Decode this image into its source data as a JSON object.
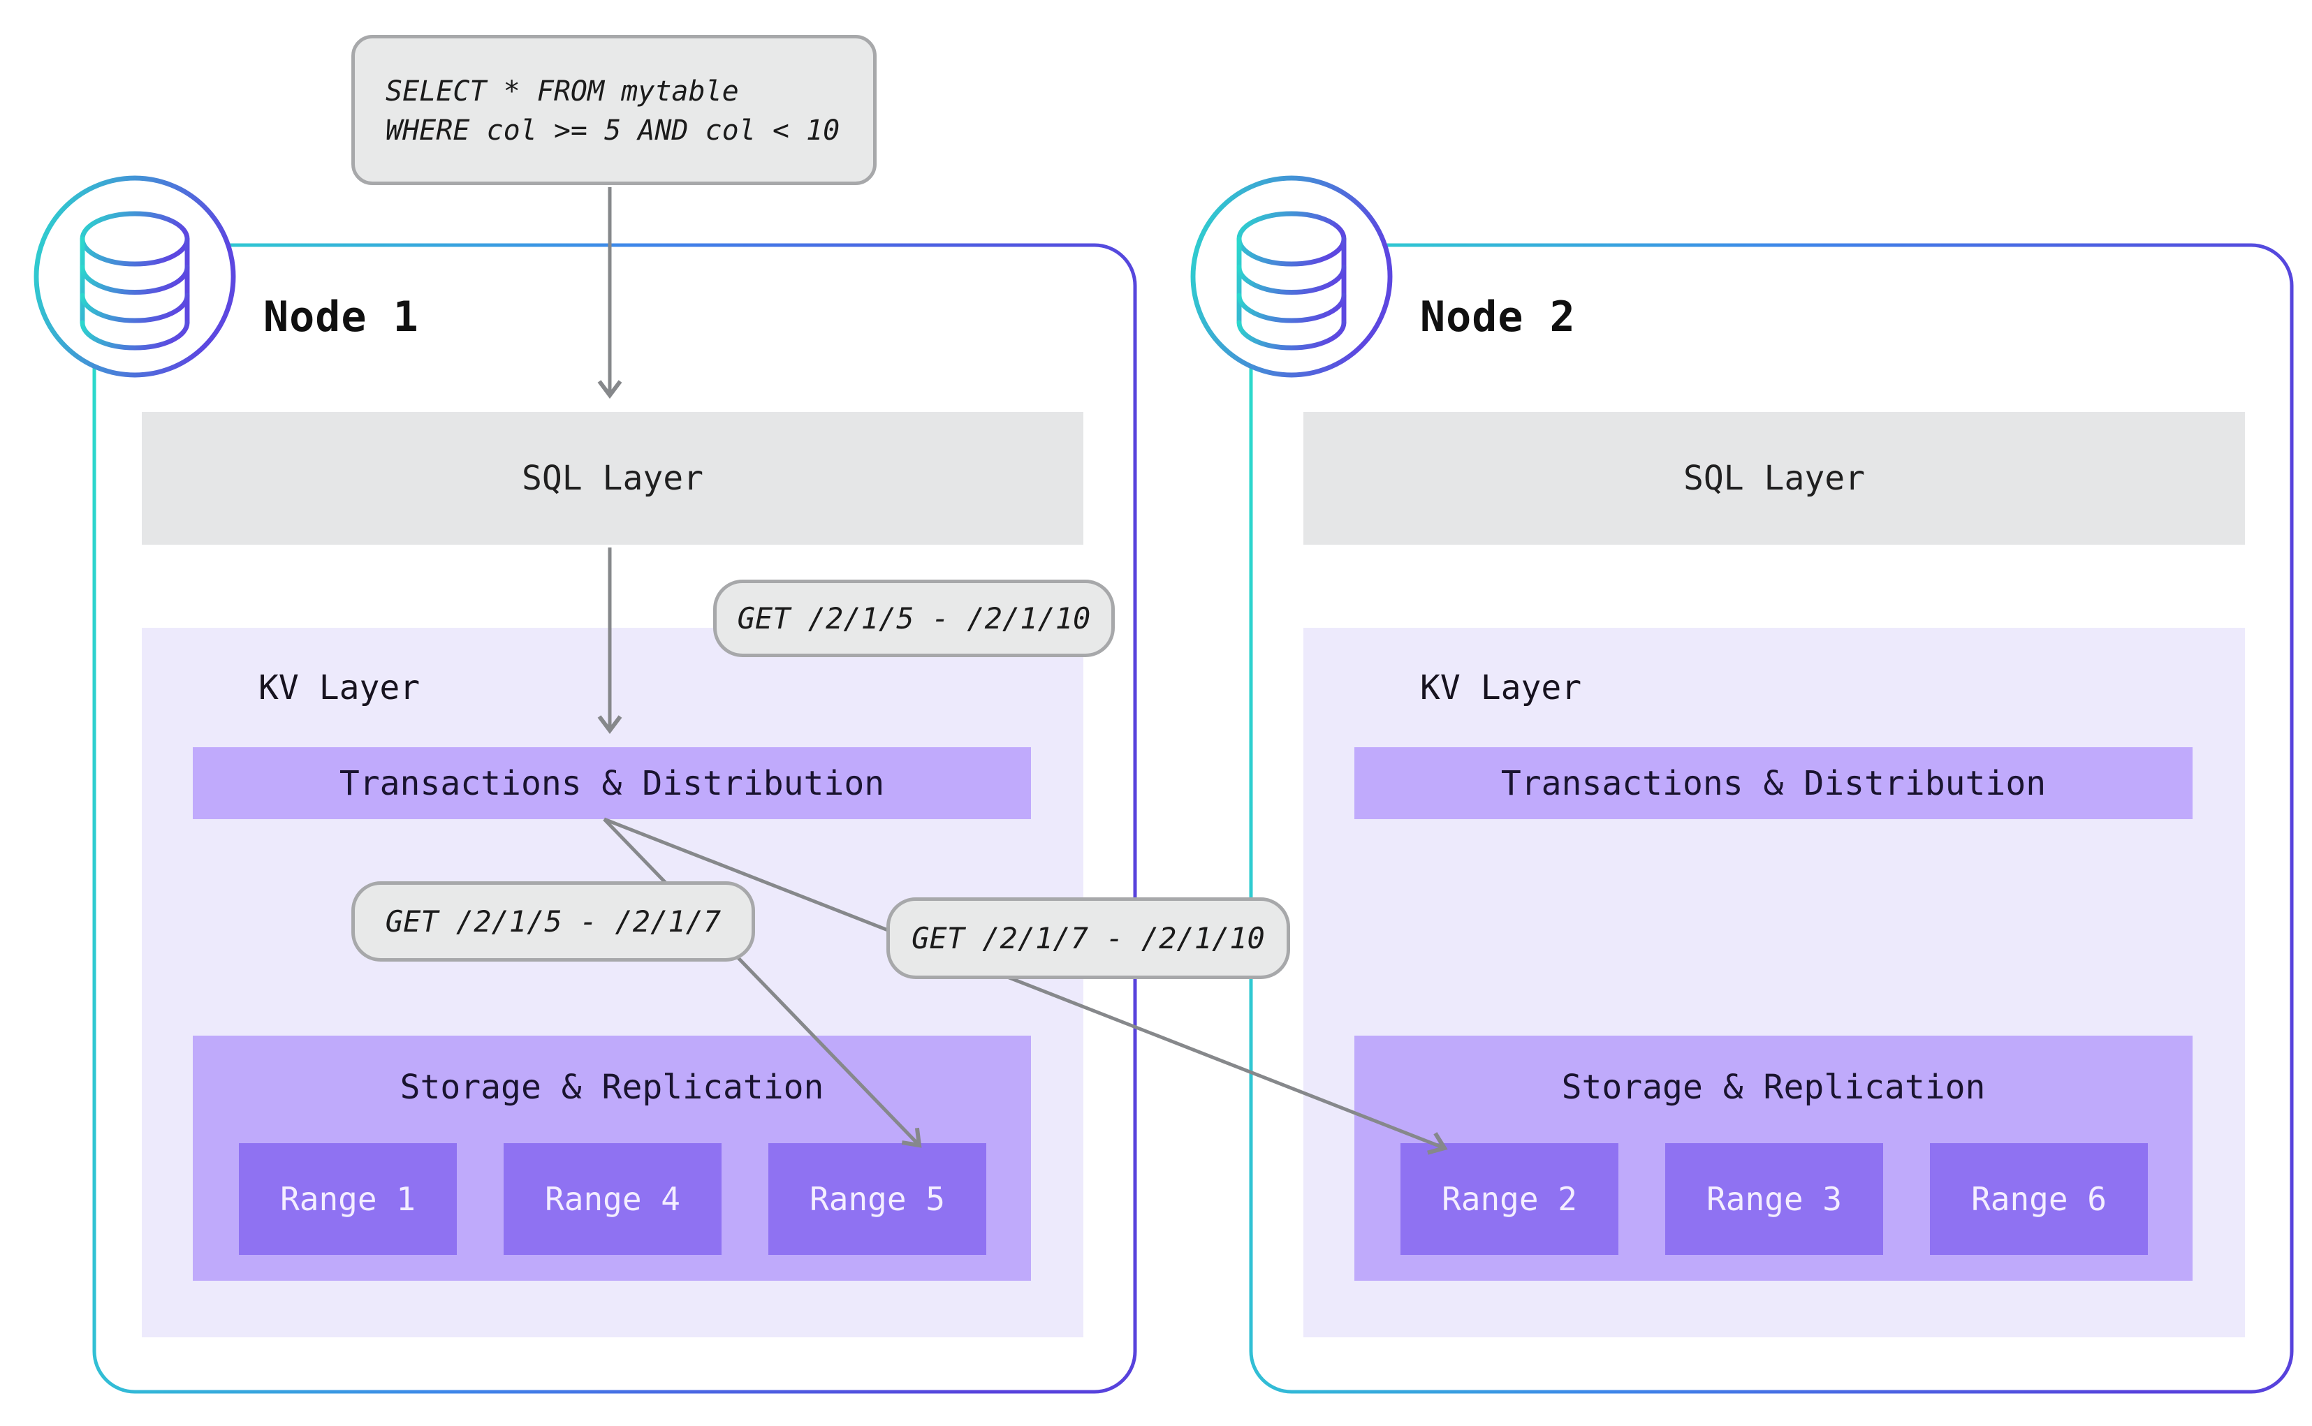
{
  "query_box": {
    "line1": "SELECT * FROM mytable",
    "line2": "WHERE col >= 5 AND col < 10"
  },
  "annotations": {
    "get_full": "GET /2/1/5 - /2/1/10",
    "get_left": "GET /2/1/5 - /2/1/7",
    "get_right": "GET /2/1/7 - /2/1/10"
  },
  "nodes": [
    {
      "title": "Node 1",
      "sql_layer_label": "SQL Layer",
      "kv_layer_label": "KV Layer",
      "transactions_label": "Transactions & Distribution",
      "storage_label": "Storage & Replication",
      "ranges": [
        "Range 1",
        "Range 4",
        "Range 5"
      ]
    },
    {
      "title": "Node 2",
      "sql_layer_label": "SQL Layer",
      "kv_layer_label": "KV Layer",
      "transactions_label": "Transactions & Distribution",
      "storage_label": "Storage & Replication",
      "ranges": [
        "Range 2",
        "Range 3",
        "Range 6"
      ]
    }
  ],
  "colors": {
    "node_border_gradient": [
      "#2BDCCA",
      "#3E87E9",
      "#5742DC"
    ],
    "annotation_bg": "#E8E9E9",
    "annotation_border": "#A7A8AA",
    "sql_layer_bg": "#E5E6E7",
    "kv_layer_bg": "#EDEAFC",
    "transactions_bg": "#C0AAFC",
    "storage_bg": "#BFAAFB",
    "range_bg": "#8F72F2",
    "arrow": "#86888B"
  }
}
